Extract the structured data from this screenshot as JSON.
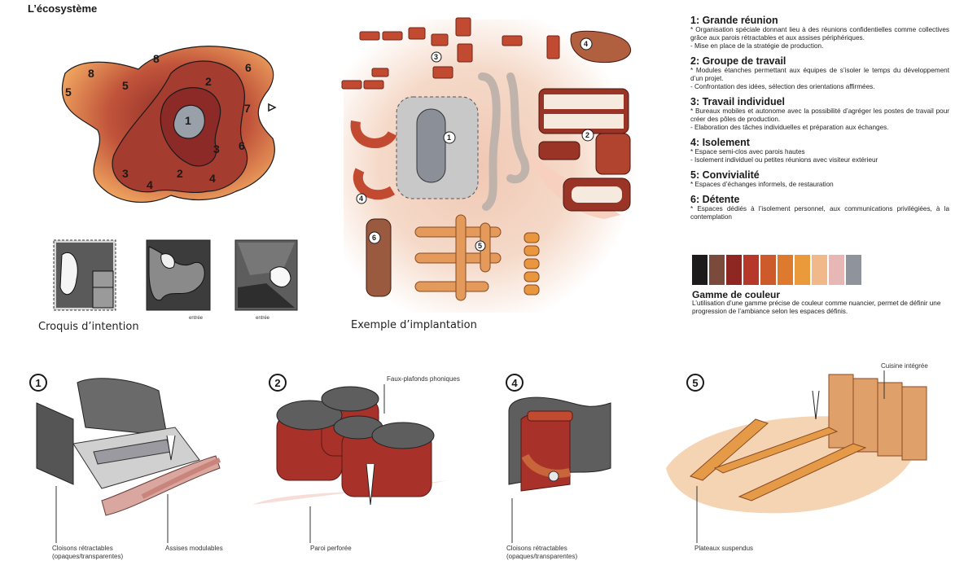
{
  "page_title": "L’écosystème",
  "captions": {
    "intention": "Croquis d’intention",
    "implantation": "Exemple d’implantation"
  },
  "map_labels": [
    "1",
    "2",
    "2",
    "3",
    "3",
    "4",
    "4",
    "5",
    "5",
    "6",
    "6",
    "7",
    "8",
    "8"
  ],
  "legend": [
    {
      "title": "1: Grande réunion",
      "lines": [
        "* Organisation spéciale donnant lieu à des réunions confidentielles comme collectives grâce aux parois rétractables et aux assises périphériques.",
        "- Mise en place de la stratégie de production."
      ]
    },
    {
      "title": "2: Groupe de travail",
      "lines": [
        "* Modules étanches permettant aux équipes de s’isoler le temps du développement d’un projet.",
        "- Confrontation des idées, sélection des orientations affirmées."
      ]
    },
    {
      "title": "3: Travail individuel",
      "lines": [
        "* Bureaux mobiles et autonome avec la possibilité d’agréger les postes de travail pour créer des pôles de production.",
        "- Elaboration des tâches individuelles et préparation aux échanges."
      ]
    },
    {
      "title": "4: Isolement",
      "lines": [
        "* Espace semi-clos avec parois hautes",
        "- Isolement individuel ou petites réunions avec visiteur extérieur"
      ]
    },
    {
      "title": "5: Convivialité",
      "lines": [
        "* Espaces d’échanges informels, de restauration"
      ]
    },
    {
      "title": "6: Détente",
      "lines": [
        "* Espaces dédiés à l’isolement personnel, aux communications privilégiées, à la contemplation"
      ]
    }
  ],
  "palette": [
    "#1c1a1a",
    "#7a4a3a",
    "#8e2622",
    "#b5382a",
    "#cc5a2a",
    "#de7a2e",
    "#ea9a3a",
    "#f1b98a",
    "#e6b7b4",
    "#8f939c"
  ],
  "gamme": {
    "title": "Gamme de couleur",
    "text": "L’utilisation d’une gamme précise de couleur comme nuancier, permet de définir une progression de l’ambiance selon les espaces définis."
  },
  "plan_numbers": [
    "1",
    "2",
    "3",
    "4",
    "4",
    "5",
    "6"
  ],
  "details": [
    {
      "number": "1",
      "annotations": [
        "Cloisons rétractables (opaques/transparentes)",
        "Assises modulables"
      ]
    },
    {
      "number": "2",
      "annotations": [
        "Faux-plafonds phoniques",
        "Paroi perforée"
      ]
    },
    {
      "number": "4",
      "annotations": [
        "Cloisons rétractables (opaques/transparentes)"
      ]
    },
    {
      "number": "5",
      "annotations": [
        "Cuisine intégrée",
        "Plateaux suspendus"
      ]
    }
  ],
  "sketch_marks": [
    "entrée",
    "entrée"
  ]
}
